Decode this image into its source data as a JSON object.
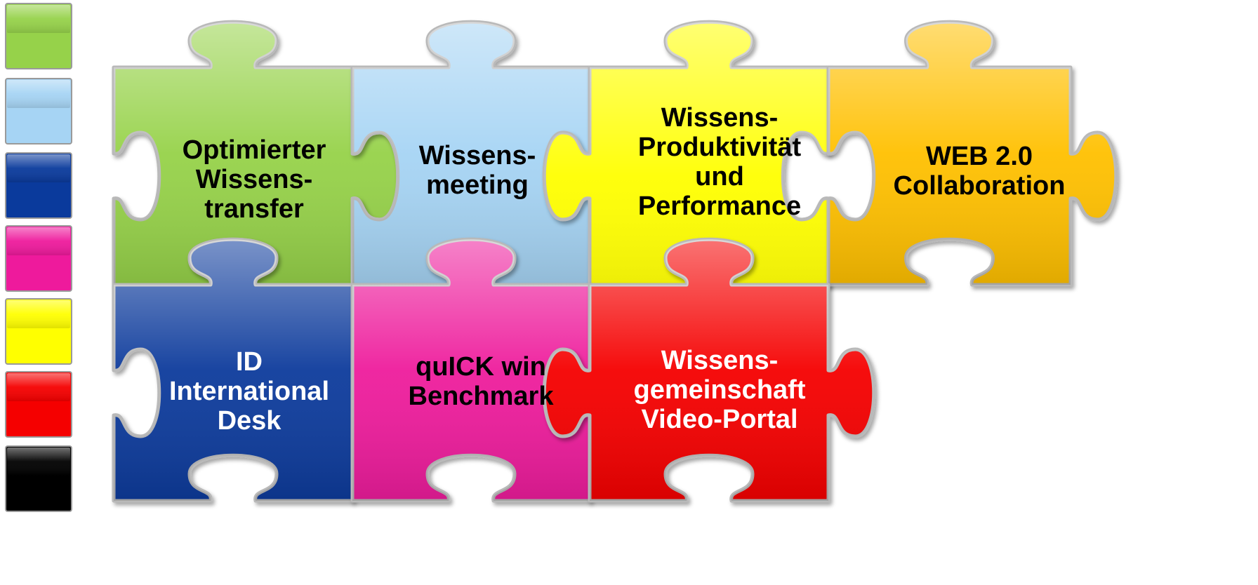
{
  "legend": {
    "swatches": [
      {
        "name": "green",
        "color": "#96d24a"
      },
      {
        "name": "light-blue",
        "color": "#a6d4f4"
      },
      {
        "name": "dark-blue",
        "color": "#0a3a9c"
      },
      {
        "name": "magenta",
        "color": "#ee1a9c"
      },
      {
        "name": "yellow",
        "color": "#ffff00"
      },
      {
        "name": "red",
        "color": "#f50000"
      },
      {
        "name": "black",
        "color": "#000000"
      }
    ]
  },
  "pieces": [
    {
      "id": "optimierter-wissenstransfer",
      "color": "#96d24a",
      "text_color": "#000000",
      "lines": [
        "Optimierter",
        "Wissens-",
        "transfer"
      ]
    },
    {
      "id": "wissensmeeting",
      "color": "#a6d4f4",
      "text_color": "#000000",
      "lines": [
        "Wissens-",
        "meeting"
      ]
    },
    {
      "id": "wissens-produktivitaet",
      "color": "#ffff00",
      "text_color": "#000000",
      "lines": [
        "Wissens-",
        "Produktivität",
        "und",
        "Performance"
      ]
    },
    {
      "id": "web-collaboration",
      "color": "#ffc000",
      "text_color": "#000000",
      "lines": [
        "WEB 2.0",
        "Collaboration"
      ]
    },
    {
      "id": "id-international-desk",
      "color": "#0a3a9c",
      "text_color": "#ffffff",
      "lines": [
        "ID",
        "International",
        "Desk"
      ]
    },
    {
      "id": "quick-win-benchmark",
      "color": "#ee1a9c",
      "text_color": "#000000",
      "lines": [
        "quICK win",
        "Benchmark"
      ]
    },
    {
      "id": "wissensgemeinschaft-video-portal",
      "color": "#f50000",
      "text_color": "#ffffff",
      "lines": [
        "Wissens-",
        "gemeinschaft",
        "Video-Portal"
      ]
    }
  ]
}
